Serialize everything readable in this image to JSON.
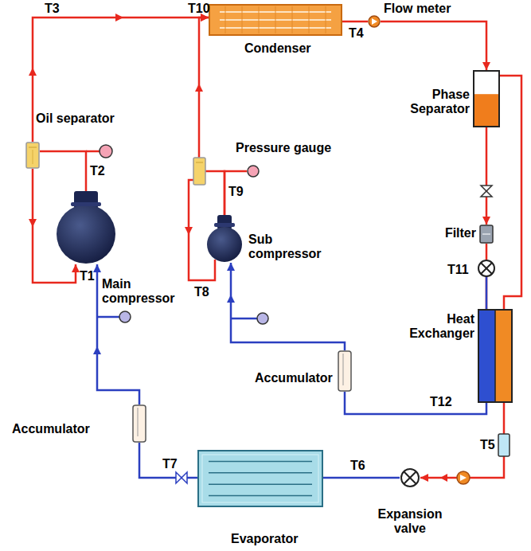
{
  "diagram": {
    "nodes": [
      {
        "text": [
          "Condenser"
        ]
      },
      {
        "text": [
          "Flow meter"
        ]
      },
      {
        "text": [
          "Phase Separator"
        ]
      },
      {
        "text": [
          "Oil separator"
        ]
      },
      {
        "text": [
          "Pressure gauge"
        ]
      },
      {
        "text": [
          "Main compressor"
        ]
      },
      {
        "text": [
          "Sub compressor"
        ]
      },
      {
        "text": [
          "Filter"
        ]
      },
      {
        "text": [
          "Heat Exchanger"
        ]
      },
      {
        "text": [
          "Accumulator"
        ]
      },
      {
        "text": [
          "Accumulator"
        ]
      },
      {
        "text": [
          "Evaporator"
        ]
      },
      {
        "text": [
          "Expansion valve"
        ]
      }
    ],
    "edges": [
      {
        "from": 5,
        "to": 3,
        "arrow": "none"
      },
      {
        "from": 3,
        "to": 0,
        "arrow": "to"
      },
      {
        "from": 3,
        "to": 5,
        "arrow": "to"
      },
      {
        "from": 6,
        "to": 0,
        "arrow": "to"
      },
      {
        "from": 6,
        "to": 4,
        "arrow": "none"
      },
      {
        "from": 0,
        "to": 1,
        "arrow": "none"
      },
      {
        "from": 1,
        "to": 2,
        "arrow": "to"
      },
      {
        "from": 2,
        "to": 7,
        "arrow": "to"
      },
      {
        "from": 7,
        "to": 8,
        "arrow": "none"
      },
      {
        "from": 2,
        "to": 8,
        "arrow": "none"
      },
      {
        "from": 8,
        "to": 12,
        "arrow": "to"
      },
      {
        "from": 12,
        "to": 11,
        "arrow": "none"
      },
      {
        "from": 11,
        "to": 10,
        "arrow": "none"
      },
      {
        "from": 10,
        "to": 5,
        "arrow": "to"
      },
      {
        "from": 8,
        "to": 9,
        "arrow": "none"
      },
      {
        "from": 9,
        "to": 6,
        "arrow": "to"
      }
    ],
    "labels": [
      "T3",
      "T10",
      "T4",
      "T2",
      "T9",
      "T1",
      "T8",
      "T11",
      "T12",
      "T5",
      "T6",
      "T7"
    ]
  }
}
